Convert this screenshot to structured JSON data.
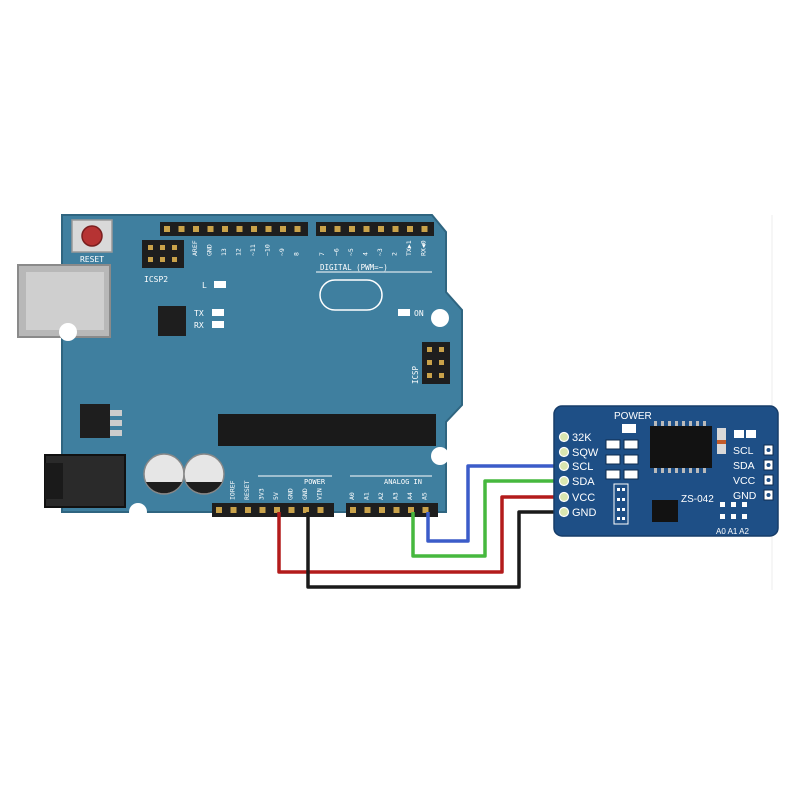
{
  "arduino": {
    "reset_label": "RESET",
    "icsp2_label": "ICSP2",
    "icsp_label": "ICSP",
    "digital_label": "DIGITAL (PWM=~)",
    "l_label": "L",
    "tx_label": "TX",
    "rx_label": "RX",
    "on_label": "ON",
    "power_label": "POWER",
    "analog_label": "ANALOG IN",
    "top_pins": [
      "AREF",
      "GND",
      "13",
      "12",
      "~11",
      "~10",
      "~9",
      "8",
      "7",
      "~6",
      "~5",
      "4",
      "~3",
      "2",
      "TX▶1",
      "RX◀0"
    ],
    "power_pins": [
      "IOREF",
      "RESET",
      "3V3",
      "5V",
      "GND",
      "GND",
      "VIN"
    ],
    "analog_pins": [
      "A0",
      "A1",
      "A2",
      "A3",
      "A4",
      "A5"
    ]
  },
  "module": {
    "power_label": "POWER",
    "model_label": "ZS-042",
    "addr_label": "A0 A1 A2",
    "left_pins": [
      "32K",
      "SQW",
      "SCL",
      "SDA",
      "VCC",
      "GND"
    ],
    "right_pins": [
      "SCL",
      "SDA",
      "VCC",
      "GND"
    ]
  },
  "colors": {
    "board": "#3f7f9f",
    "board_edge": "#2f6580",
    "module": "#1e4f86",
    "wire_scl": "#3b5cc9",
    "wire_sda": "#46b83e",
    "wire_vcc": "#b31b1b",
    "wire_gnd": "#1a1a1a"
  }
}
